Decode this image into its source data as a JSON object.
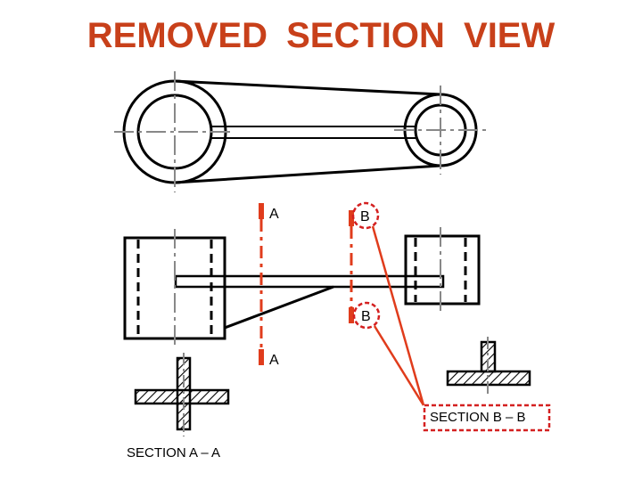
{
  "title": "REMOVED  SECTION  VIEW",
  "labels": {
    "cut_a_top": "A",
    "cut_a_bottom": "A",
    "cut_b_top": "B",
    "cut_b_bottom": "B",
    "section_aa": "SECTION  A – A",
    "section_bb": "SECTION  B – B"
  },
  "colors": {
    "title": "#c8401a",
    "cutting_plane": "#e03c1c",
    "highlight": "#d42020",
    "center_line": "#888888",
    "outline": "#000000",
    "hatch": "#000000"
  }
}
